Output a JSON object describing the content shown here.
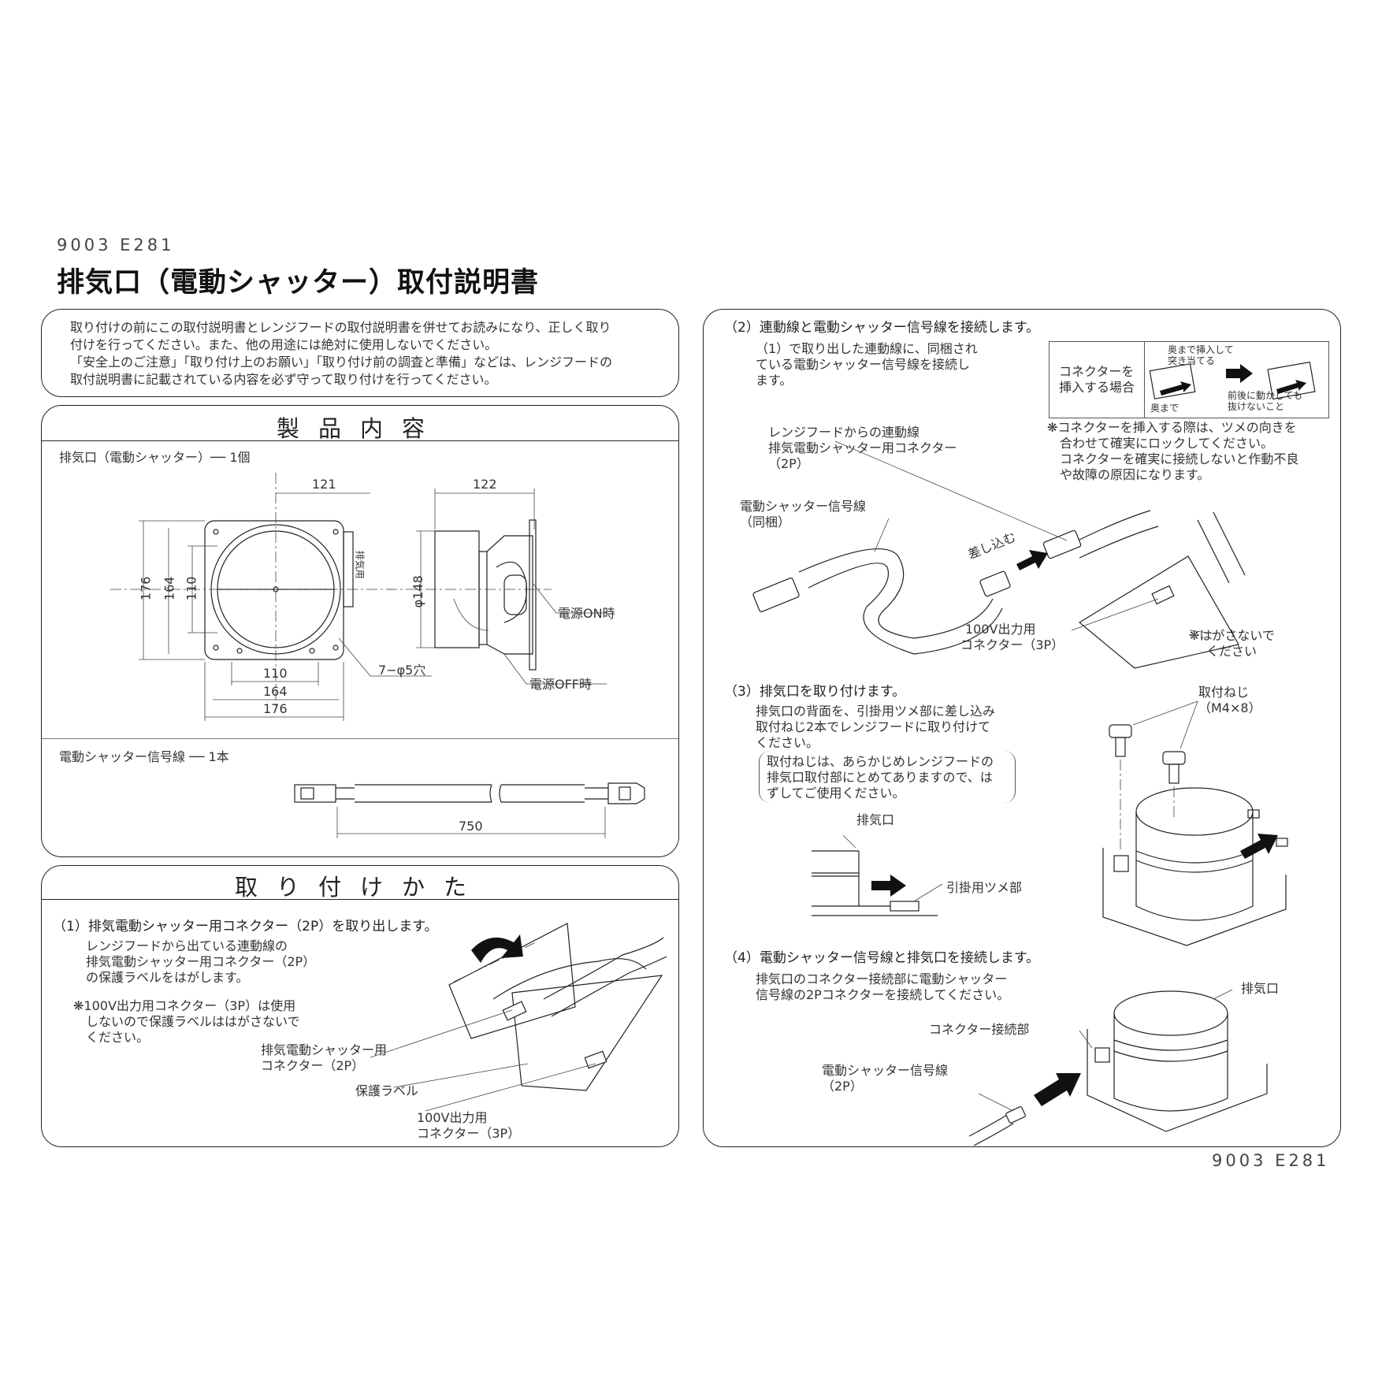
{
  "doc_number": "9003 E281",
  "title": "排気口（電動シャッター）取付説明書",
  "intro": [
    "取り付けの前にこの取付説明書とレンジフードの取付説明書を併せてお読みになり、正しく取り",
    "付けを行ってください。また、他の用途には絶対に使用しないでください。",
    "「安全上のご注意」「取り付け上のお願い」「取り付け前の調査と準備」などは、レンジフードの",
    "取付説明書に記載されている内容を必ず守って取り付けを行ってください。"
  ],
  "contents": {
    "heading": "製品内容",
    "item1": "排気口（電動シャッター）── 1個",
    "item2": "電動シャッター信号線 ── 1本",
    "dims": {
      "d121": "121",
      "d122": "122",
      "d176v": "176",
      "d164v": "164",
      "d110v": "110",
      "phi148": "φ148",
      "d110h": "110",
      "d164h": "164",
      "d176h": "176",
      "holes": "7−φ5穴",
      "power_on": "電源ON時",
      "power_off": "電源OFF時",
      "d750": "750",
      "side_label": "排気用"
    }
  },
  "install": {
    "heading": "取り付けかた",
    "step1": {
      "title": "（1）排気電動シャッター用コネクター（2P）を取り出します。",
      "body": [
        "レンジフードから出ている連動線の",
        "排気電動シャッター用コネクター（2P）",
        "の保護ラベルをはがします。"
      ],
      "note": [
        "❋100V出力用コネクター（3P）は使用",
        "しないので保護ラベルははがさないで",
        "ください。"
      ],
      "lbl_connector": [
        "排気電動シャッター用",
        "コネクター（2P）"
      ],
      "lbl_label": "保護ラベル",
      "lbl_100v": [
        "100V出力用",
        "コネクター（3P）"
      ]
    }
  },
  "right": {
    "step2": {
      "title": "（2）連動線と電動シャッター信号線を接続します。",
      "body": [
        "（1）で取り出した連動線に、同梱され",
        "ている電動シャッター信号線を接続し",
        "ます。"
      ],
      "inset_label": [
        "コネクターを",
        "挿入する場合"
      ],
      "inset_a": [
        "奥まで挿入して",
        "突き当てる"
      ],
      "inset_b": "奥まで",
      "inset_c": [
        "前後に動かしても",
        "抜けないこと"
      ],
      "note": [
        "❋コネクターを挿入する際は、ツメの向きを",
        "合わせて確実にロックしてください。",
        "コネクターを確実に接続しないと作動不良",
        "や故障の原因になります。"
      ],
      "lbl_range": [
        "レンジフードからの連動線",
        "排気電動シャッター用コネクター",
        "（2P）"
      ],
      "lbl_signal": [
        "電動シャッター信号線",
        "（同梱）"
      ],
      "lbl_push": "差し込む",
      "lbl_100v": [
        "100V出力用",
        "コネクター（3P）"
      ],
      "lbl_nopeel": [
        "❋はがさないで",
        "ください"
      ]
    },
    "step3": {
      "title": "（3）排気口を取り付けます。",
      "body": [
        "排気口の背面を、引掛用ツメ部に差し込み",
        "取付ねじ2本でレンジフードに取り付けて",
        "ください。"
      ],
      "note": [
        "取付ねじは、あらかじめレンジフードの",
        "排気口取付部にとめてありますので、は",
        "ずしてご使用ください。"
      ],
      "lbl_outlet": "排気口",
      "lbl_hook": "引掛用ツメ部",
      "lbl_screw": [
        "取付ねじ",
        "（M4×8）"
      ]
    },
    "step4": {
      "title": "（4）電動シャッター信号線と排気口を接続します。",
      "body": [
        "排気口のコネクター接続部に電動シャッター",
        "信号線の2Pコネクターを接続してください。"
      ],
      "lbl_outlet": "排気口",
      "lbl_conn": "コネクター接続部",
      "lbl_signal": [
        "電動シャッター信号線",
        "（2P）"
      ]
    },
    "doc_number": "9003 E281"
  }
}
